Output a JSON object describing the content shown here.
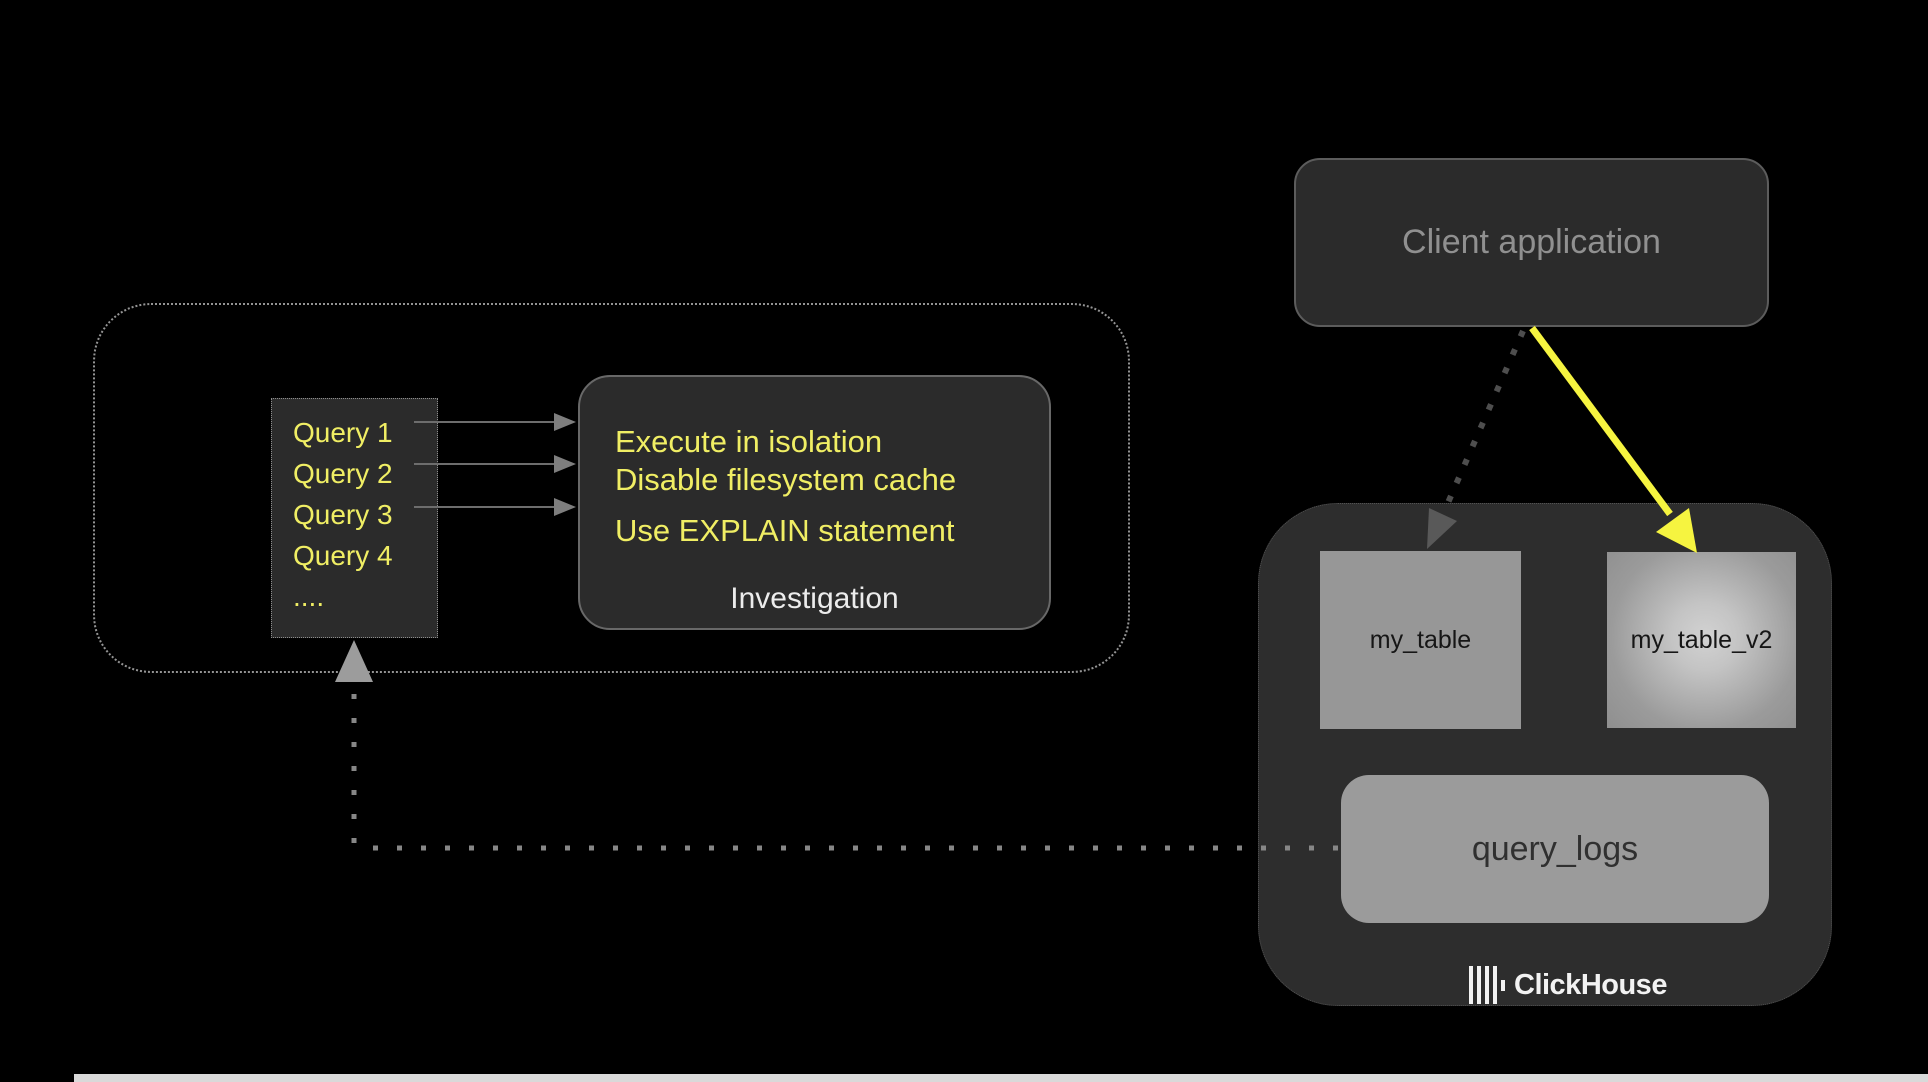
{
  "slide": {
    "left_cluster": {
      "queries": {
        "items": [
          "Query 1",
          "Query 2",
          "Query 3",
          "Query 4",
          "...."
        ]
      },
      "investigation": {
        "tips": [
          "Execute in isolation",
          "Disable filesystem cache",
          "Use EXPLAIN statement"
        ],
        "label": "Investigation"
      }
    },
    "client": {
      "label": "Client application"
    },
    "clickhouse": {
      "table_primary": "my_table",
      "table_secondary": "my_table_v2",
      "query_logs_label": "query_logs",
      "brand": "ClickHouse"
    },
    "colors": {
      "background": "#000000",
      "panel_dark": "#2b2b2b",
      "container_dark": "#2d2d2d",
      "accent_yellow_text": "#f0ee64",
      "accent_yellow_arrow": "#f6f440",
      "gray_table_fill": "#979797",
      "gray_logs_fill": "#9b9b9b",
      "dotted_border_gray": "#949494",
      "white_text": "#ececec"
    }
  }
}
